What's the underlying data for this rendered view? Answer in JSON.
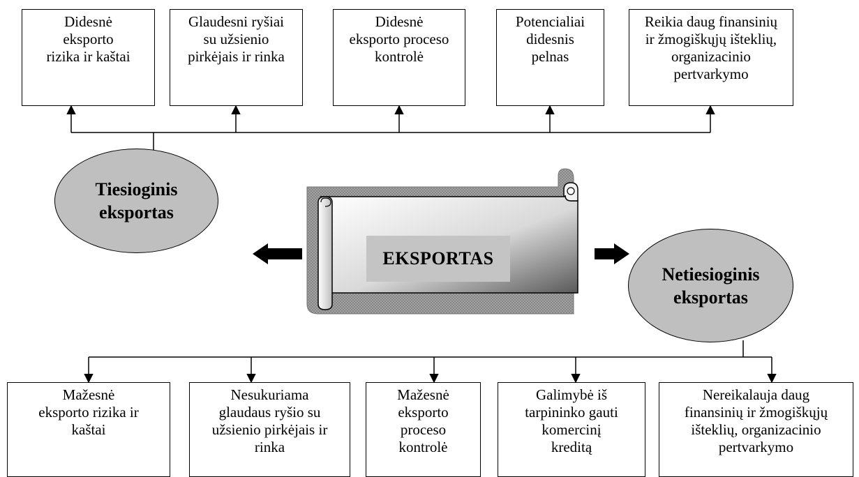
{
  "center": {
    "label": "EKSPORTAS"
  },
  "direct": {
    "label": "Tiesioginis\neksportas",
    "boxes": [
      "Didesnė\neksporto\nrizika ir kaštai",
      "Glaudesni ryšiai\nsu užsienio\npirkėjais ir rinka",
      "Didesnė\neksporto proceso\nkontrolė",
      "Potencialiai\ndidesnis\npelnas",
      "Reikia daug finansinių\nir žmogiškųjų išteklių,\norganizacinio\npertvarkymo"
    ]
  },
  "indirect": {
    "label": "Netiesioginis\neksportas",
    "boxes": [
      "Mažesnė\neksporto rizika ir\nkaštai",
      "Nesukuriama\nglaudaus ryšio su\nužsienio pirkėjais ir\nrinka",
      "Mažesnė\neksporto\nproceso\nkontrolė",
      "Galimybė iš\ntarpininko gauti\nkomercinį\nkreditą",
      "Nereikalauja daug\nfinansinių ir žmogiškųjų\ništeklių, organizacinio\npertvarkymo"
    ]
  }
}
